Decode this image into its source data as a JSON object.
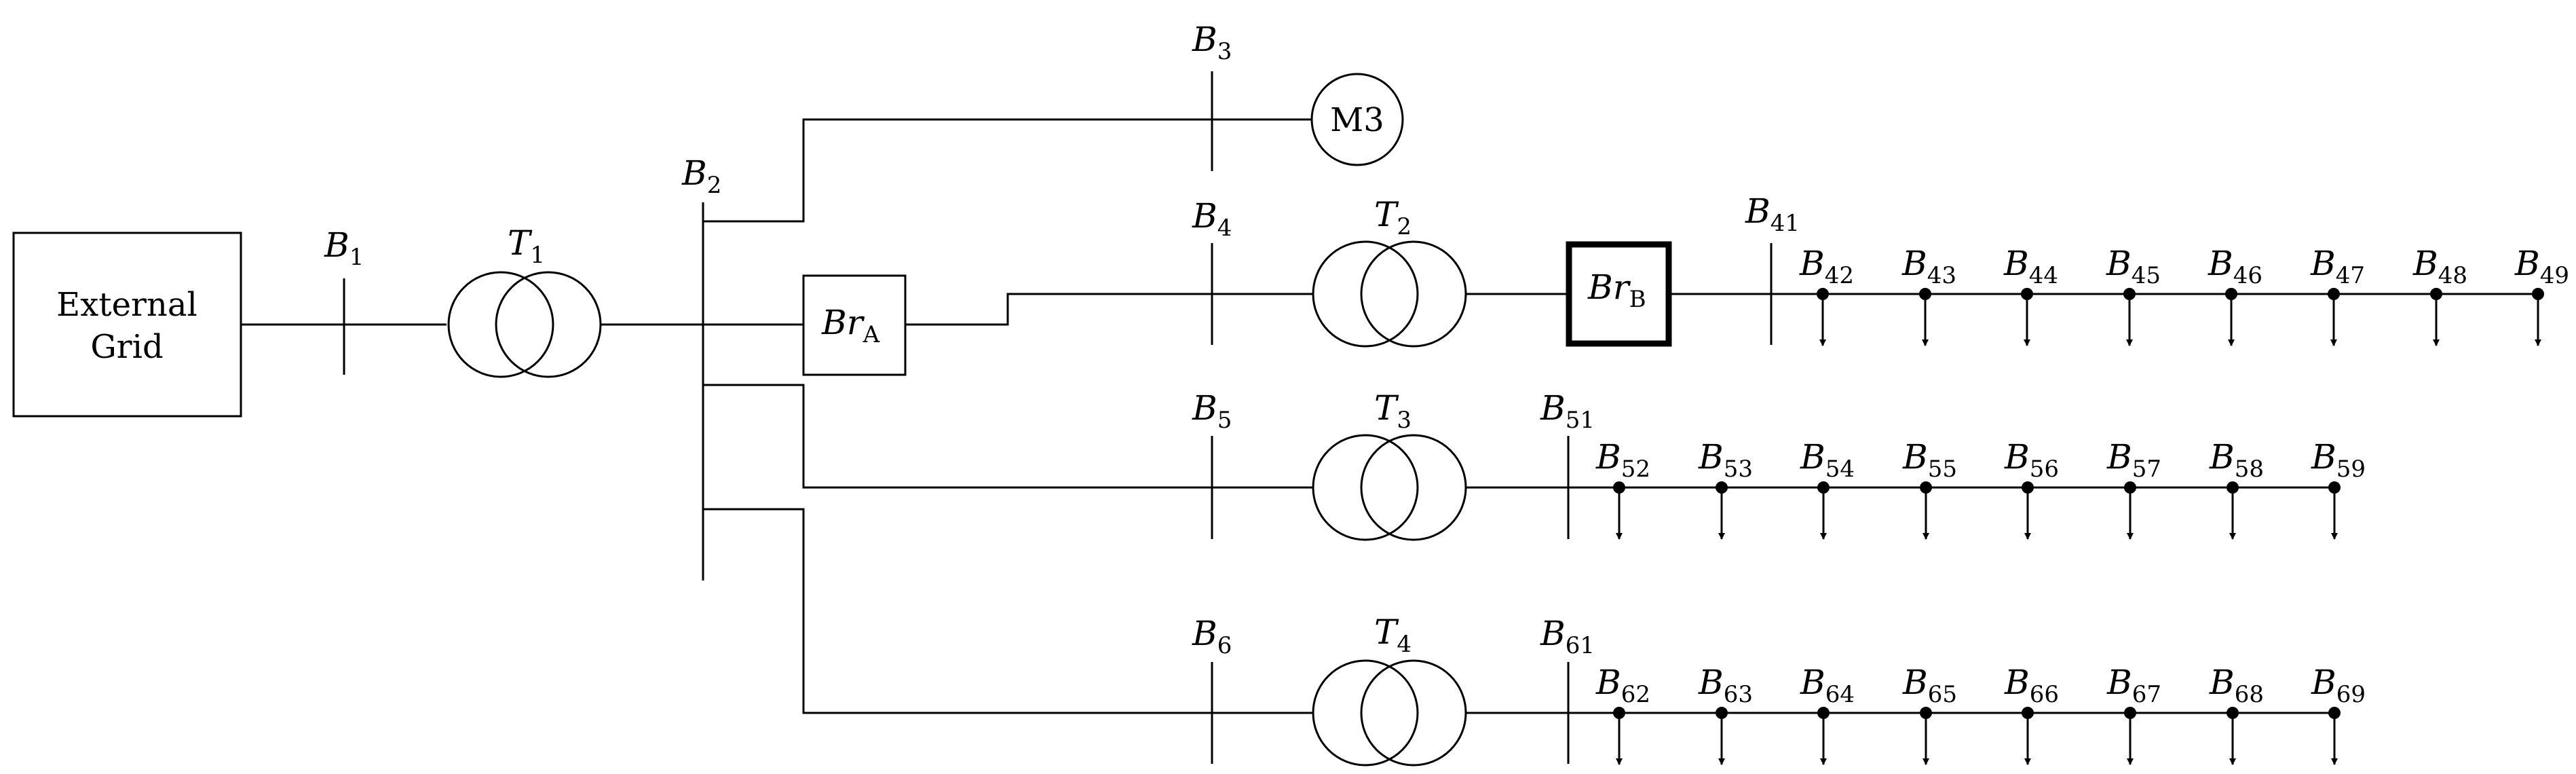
{
  "external_grid": {
    "line1": "External",
    "line2": "Grid"
  },
  "motor": {
    "label": "M3"
  },
  "buses": {
    "b1": {
      "base": "B",
      "sub": "1"
    },
    "b2": {
      "base": "B",
      "sub": "2"
    },
    "b3": {
      "base": "B",
      "sub": "3"
    },
    "b4": {
      "base": "B",
      "sub": "4"
    },
    "b5": {
      "base": "B",
      "sub": "5"
    },
    "b6": {
      "base": "B",
      "sub": "6"
    },
    "b41": {
      "base": "B",
      "sub": "41"
    },
    "b51": {
      "base": "B",
      "sub": "51"
    },
    "b61": {
      "base": "B",
      "sub": "61"
    }
  },
  "transformers": {
    "t1": {
      "base": "T",
      "sub": "1"
    },
    "t2": {
      "base": "T",
      "sub": "2"
    },
    "t3": {
      "base": "T",
      "sub": "3"
    },
    "t4": {
      "base": "T",
      "sub": "4"
    }
  },
  "breakers": {
    "bra": {
      "base": "Br",
      "sub": "A"
    },
    "brb": {
      "base": "Br",
      "sub": "B"
    }
  },
  "feeders": {
    "row41": [
      {
        "base": "B",
        "sub": "42"
      },
      {
        "base": "B",
        "sub": "43"
      },
      {
        "base": "B",
        "sub": "44"
      },
      {
        "base": "B",
        "sub": "45"
      },
      {
        "base": "B",
        "sub": "46"
      },
      {
        "base": "B",
        "sub": "47"
      },
      {
        "base": "B",
        "sub": "48"
      },
      {
        "base": "B",
        "sub": "49"
      }
    ],
    "row51": [
      {
        "base": "B",
        "sub": "52"
      },
      {
        "base": "B",
        "sub": "53"
      },
      {
        "base": "B",
        "sub": "54"
      },
      {
        "base": "B",
        "sub": "55"
      },
      {
        "base": "B",
        "sub": "56"
      },
      {
        "base": "B",
        "sub": "57"
      },
      {
        "base": "B",
        "sub": "58"
      },
      {
        "base": "B",
        "sub": "59"
      }
    ],
    "row61": [
      {
        "base": "B",
        "sub": "62"
      },
      {
        "base": "B",
        "sub": "63"
      },
      {
        "base": "B",
        "sub": "64"
      },
      {
        "base": "B",
        "sub": "65"
      },
      {
        "base": "B",
        "sub": "66"
      },
      {
        "base": "B",
        "sub": "67"
      },
      {
        "base": "B",
        "sub": "68"
      },
      {
        "base": "B",
        "sub": "69"
      }
    ]
  }
}
